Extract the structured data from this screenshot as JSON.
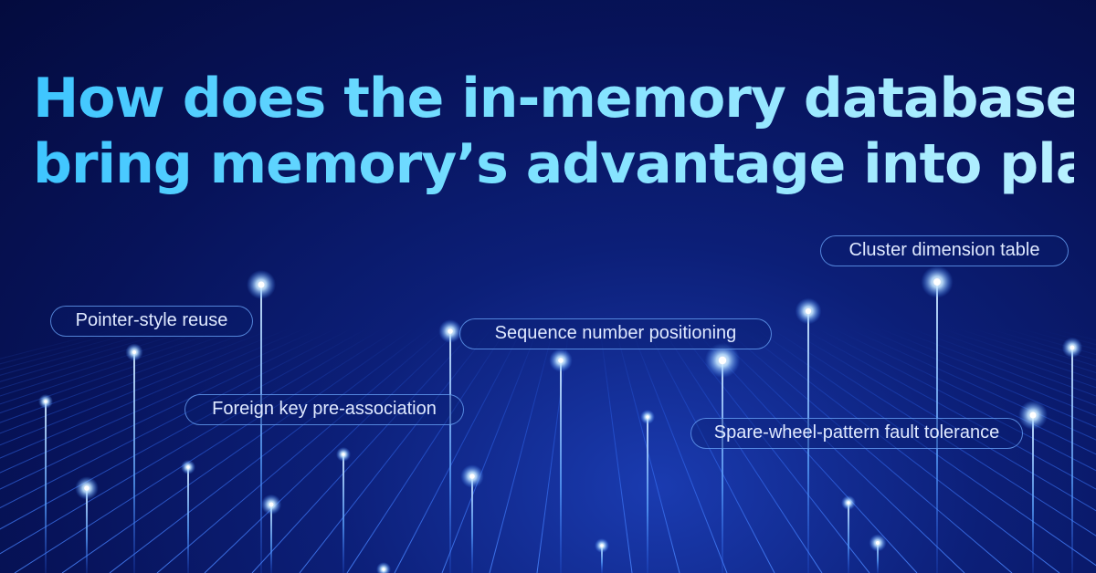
{
  "title": {
    "line1": "How does the in-memory database",
    "line2": "bring memory’s advantage into play?"
  },
  "labels": {
    "pointer_reuse": "Pointer-style reuse",
    "foreign_key": "Foreign key pre-association",
    "sequence_number": "Sequence number positioning",
    "cluster_dimension": "Cluster dimension table",
    "spare_wheel": "Spare-wheel-pattern fault tolerance"
  },
  "colors": {
    "background": "#06104a",
    "title_start": "#3ec5ff",
    "title_end": "#b8f0ff",
    "grid_line": "#2f6cff",
    "glow": "#9fd4ff"
  }
}
